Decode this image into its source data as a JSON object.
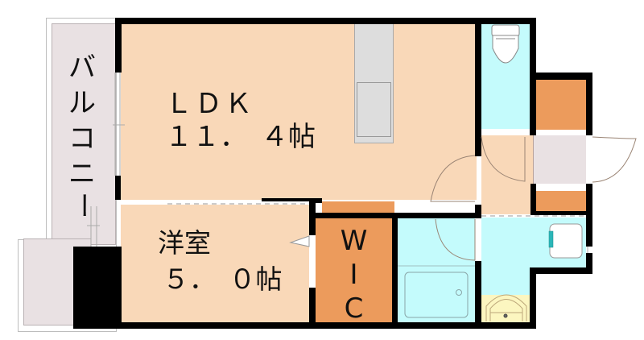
{
  "floorplan": {
    "rooms": {
      "ldk": {
        "name": "ＬＤＫ",
        "size": "１１．　４帖"
      },
      "western_room": {
        "name": "洋室",
        "size": "５．　０帖"
      },
      "wic": {
        "letters": [
          "W",
          "I",
          "C"
        ]
      },
      "balcony": {
        "letters": [
          "バ",
          "ル",
          "コ",
          "ニ",
          "ー"
        ]
      }
    },
    "fixtures": [
      "toilet-icon",
      "kitchen-counter",
      "sink-icon",
      "bathtub-icon",
      "washbasin-icon",
      "washing-machine-icon"
    ],
    "colors": {
      "living": "#f9d8b8",
      "wet_area": "#c4fbfc",
      "storage": "#ec9b5c",
      "balcony": "#e9e1e3",
      "entrance": "#e9e1e3",
      "counter": "#dddddd",
      "washbasin": "#fcf6c0",
      "wall": "#000000"
    }
  }
}
